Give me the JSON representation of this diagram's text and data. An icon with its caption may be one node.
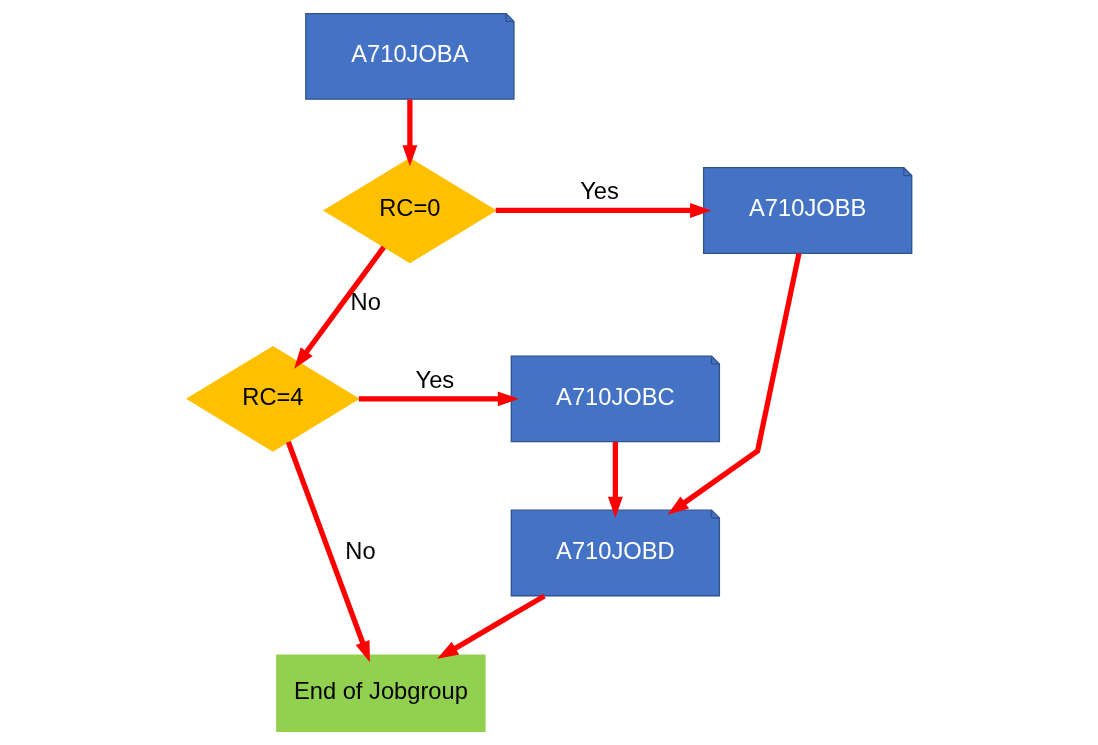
{
  "diagram": {
    "nodes": [
      {
        "text": [
          "A710JOBA"
        ]
      },
      {
        "text": [
          "RC=0"
        ]
      },
      {
        "text": [
          "A710JOBB"
        ]
      },
      {
        "text": [
          "A710JOBD"
        ]
      },
      {
        "text": [
          "RC=4"
        ]
      },
      {
        "text": [
          "A710JOBC"
        ]
      },
      {
        "text": [
          "End of Jobgroup"
        ]
      }
    ],
    "edges": [
      {
        "from": 0,
        "to": 1,
        "arrow": "to"
      },
      {
        "from": 1,
        "to": 2,
        "arrow": "to",
        "label": "Yes"
      },
      {
        "from": 1,
        "to": 4,
        "arrow": "to",
        "label": "No"
      },
      {
        "from": 2,
        "to": 3,
        "arrow": "to"
      },
      {
        "from": 4,
        "to": 5,
        "arrow": "to",
        "label": "Yes"
      },
      {
        "from": 5,
        "to": 3,
        "arrow": "to"
      },
      {
        "from": 4,
        "to": 6,
        "arrow": "to",
        "label": "No"
      },
      {
        "from": 3,
        "to": 6,
        "arrow": "to"
      }
    ]
  }
}
